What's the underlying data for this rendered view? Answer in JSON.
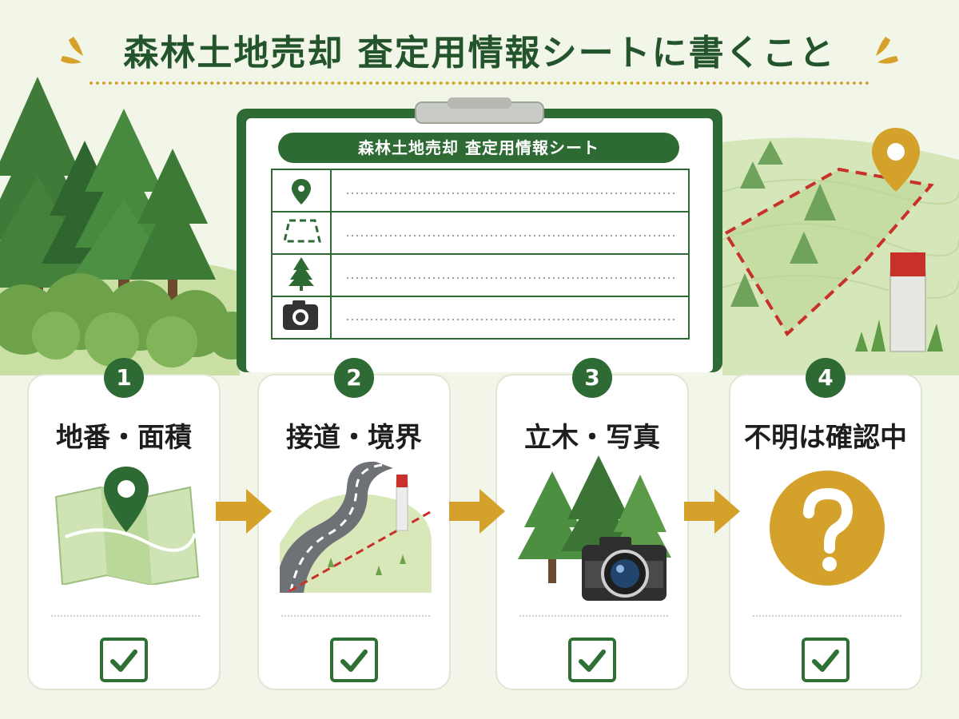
{
  "title": "森林土地売却 査定用情報シートに書くこと",
  "clipboard": {
    "title": "森林土地売却 査定用情報シート",
    "rows": [
      {
        "icon": "map-pin-icon"
      },
      {
        "icon": "boundary-icon"
      },
      {
        "icon": "tree-icon"
      },
      {
        "icon": "camera-icon"
      }
    ]
  },
  "steps": [
    {
      "number": "1",
      "label": "地番・面積",
      "icon": "map-icon"
    },
    {
      "number": "2",
      "label": "接道・境界",
      "icon": "road-icon"
    },
    {
      "number": "3",
      "label": "立木・写真",
      "icon": "camera-icon"
    },
    {
      "number": "4",
      "label": "不明は確認中",
      "icon": "question-icon"
    }
  ],
  "colors": {
    "dark_green": "#2e6a33",
    "accent_gold": "#d4a12b",
    "boundary_red": "#c8302a",
    "background": "#f2f6e8"
  }
}
